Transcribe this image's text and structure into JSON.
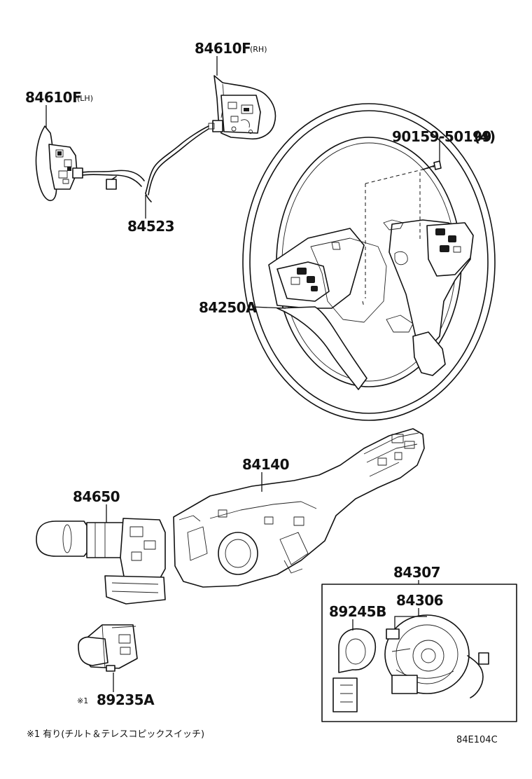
{
  "parts": {
    "p84610F_rh": {
      "number": "84610F",
      "suffix": "(RH)"
    },
    "p84610F_lh": {
      "number": "84610F",
      "suffix": "(LH)"
    },
    "p84523": {
      "number": "84523"
    },
    "p90159": {
      "number": "90159-50199",
      "qty": "(4)"
    },
    "p84250A": {
      "number": "84250A"
    },
    "p84140": {
      "number": "84140"
    },
    "p84650": {
      "number": "84650"
    },
    "p84307": {
      "number": "84307"
    },
    "p84306": {
      "number": "84306"
    },
    "p89245B": {
      "number": "89245B"
    },
    "p89235A": {
      "number": "89235A",
      "mark": "※1"
    }
  },
  "footnote": "※1 有り(チルト＆テレスコピックスイッチ)",
  "diagram_code": "84E104C"
}
